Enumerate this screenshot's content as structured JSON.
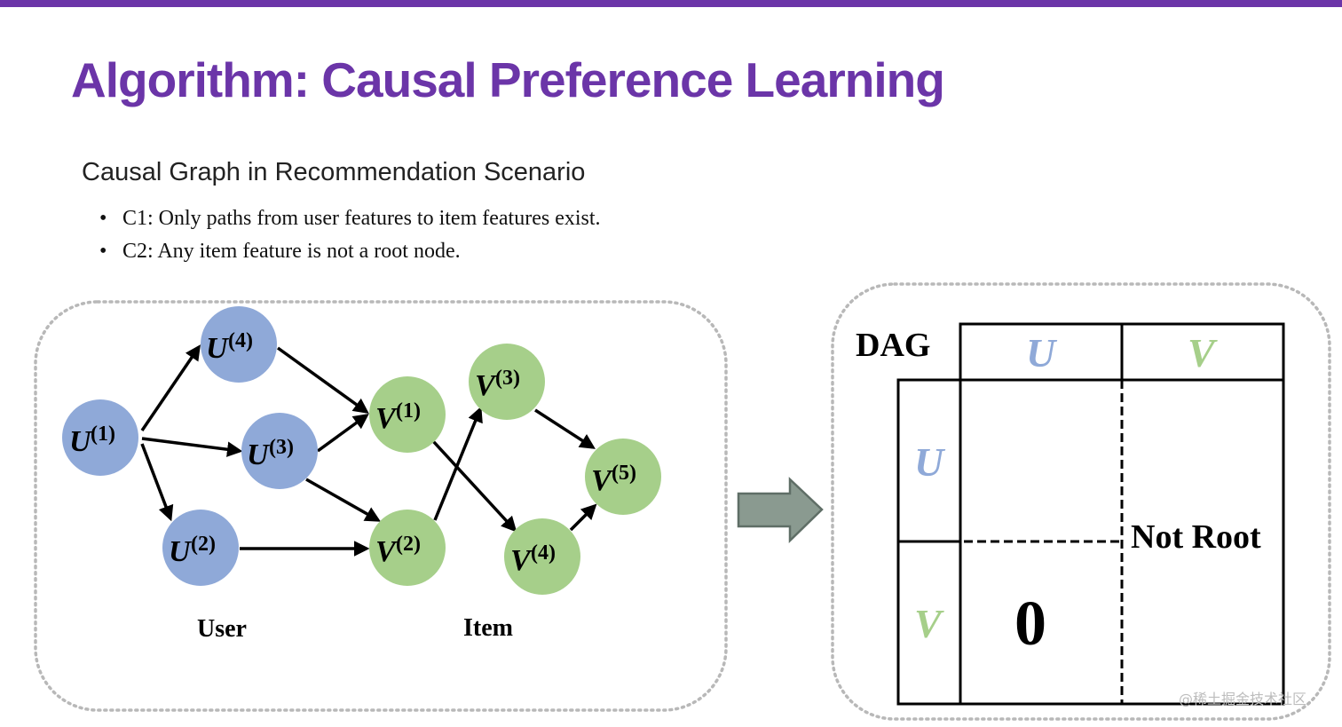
{
  "colors": {
    "accent": "#6b35a8",
    "user_node": "#8fa9d8",
    "item_node": "#a6cf8a",
    "user_letter": "#8fa9d8",
    "item_letter": "#a6cf8a",
    "arrow_fill": "#8a9a90"
  },
  "slide": {
    "title": "Algorithm: Causal Preference Learning",
    "subtitle": "Causal Graph in Recommendation Scenario",
    "bullets": [
      "C1: Only paths from user features to item features exist.",
      "C2: Any item feature is not a root node."
    ]
  },
  "graph": {
    "user_nodes": [
      {
        "letter": "U",
        "sup": "(1)"
      },
      {
        "letter": "U",
        "sup": "(2)"
      },
      {
        "letter": "U",
        "sup": "(3)"
      },
      {
        "letter": "U",
        "sup": "(4)"
      }
    ],
    "item_nodes": [
      {
        "letter": "V",
        "sup": "(1)"
      },
      {
        "letter": "V",
        "sup": "(2)"
      },
      {
        "letter": "V",
        "sup": "(3)"
      },
      {
        "letter": "V",
        "sup": "(4)"
      },
      {
        "letter": "V",
        "sup": "(5)"
      }
    ],
    "user_label": "User",
    "item_label": "Item"
  },
  "matrix": {
    "title": "DAG",
    "col_headers": [
      "U",
      "V"
    ],
    "row_headers": [
      "U",
      "V"
    ],
    "zero_label": "0",
    "not_root_label": "Not Root"
  },
  "watermark": "@稀土掘金技术社区"
}
